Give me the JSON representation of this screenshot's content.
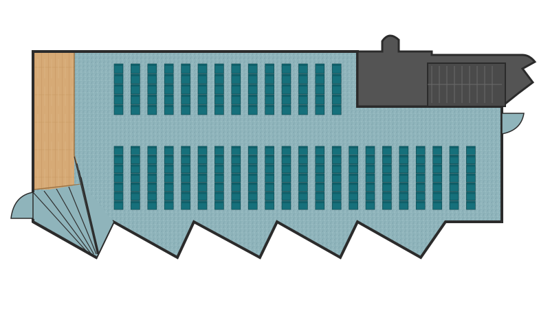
{
  "floor_plan": {
    "type": "auditorium-seating-plan",
    "colors": {
      "carpet": "#8fb4bb",
      "carpet_dark": "#7ba2aa",
      "stage_wood": "#d6aa76",
      "stage_wood_dark": "#c4935d",
      "wall": "#2b2b2b",
      "service_area": "#545454",
      "stair_lines": "#2e2e2e",
      "seat": "#16707b",
      "seat_dark": "#0f5f69"
    },
    "seating": {
      "upper_block": {
        "columns": 14,
        "rows_per_column": 5
      },
      "lower_block": {
        "columns": 22,
        "rows_per_column": 7
      }
    },
    "stage": {
      "material": "wood"
    },
    "stairs": {
      "count": 2
    },
    "doors": {
      "count": 2
    },
    "wall_profile": "sawtooth"
  }
}
